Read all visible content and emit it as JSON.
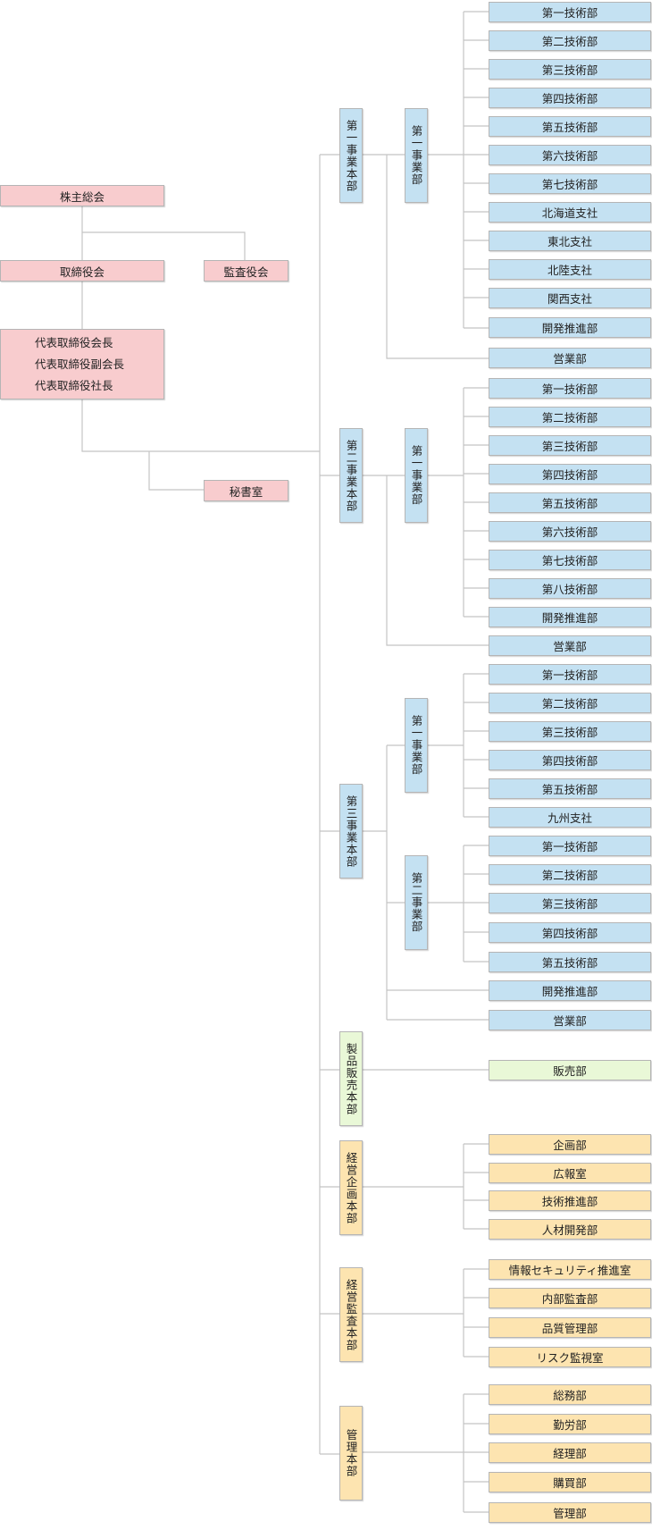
{
  "top": {
    "shareholders": "株主総会",
    "board": "取締役会",
    "auditors": "監査役会",
    "executives": [
      "代表取締役会長",
      "代表取締役副会長",
      "代表取締役社長"
    ],
    "secretariat": "秘書室"
  },
  "divisions": {
    "hq1": {
      "label": "第一事業本部",
      "sub1": {
        "label": "第一事業部",
        "units": [
          "第一技術部",
          "第二技術部",
          "第三技術部",
          "第四技術部",
          "第五技術部",
          "第六技術部",
          "第七技術部",
          "北海道支社",
          "東北支社",
          "北陸支社",
          "関西支社",
          "開発推進部"
        ]
      },
      "sales": "営業部"
    },
    "hq2": {
      "label": "第二事業本部",
      "sub1": {
        "label": "第一事業部",
        "units": [
          "第一技術部",
          "第二技術部",
          "第三技術部",
          "第四技術部",
          "第五技術部",
          "第六技術部",
          "第七技術部",
          "第八技術部",
          "開発推進部"
        ]
      },
      "sales": "営業部"
    },
    "hq3": {
      "label": "第三事業本部",
      "sub1": {
        "label": "第一事業部",
        "units": [
          "第一技術部",
          "第二技術部",
          "第三技術部",
          "第四技術部",
          "第五技術部",
          "九州支社"
        ]
      },
      "sub2": {
        "label": "第二事業部",
        "units": [
          "第一技術部",
          "第二技術部",
          "第三技術部",
          "第四技術部",
          "第五技術部"
        ]
      },
      "dev": "開発推進部",
      "sales": "営業部"
    },
    "product": {
      "label": "製品販売本部",
      "units": [
        "販売部"
      ]
    },
    "planning": {
      "label": "経営企画本部",
      "units": [
        "企画部",
        "広報室",
        "技術推進部",
        "人材開発部"
      ]
    },
    "audit": {
      "label": "経営監査本部",
      "units": [
        "情報セキュリティ推進室",
        "内部監査部",
        "品質管理部",
        "リスク監視室"
      ]
    },
    "admin": {
      "label": "管理本部",
      "units": [
        "総務部",
        "勤労部",
        "経理部",
        "購買部",
        "管理部"
      ]
    }
  }
}
